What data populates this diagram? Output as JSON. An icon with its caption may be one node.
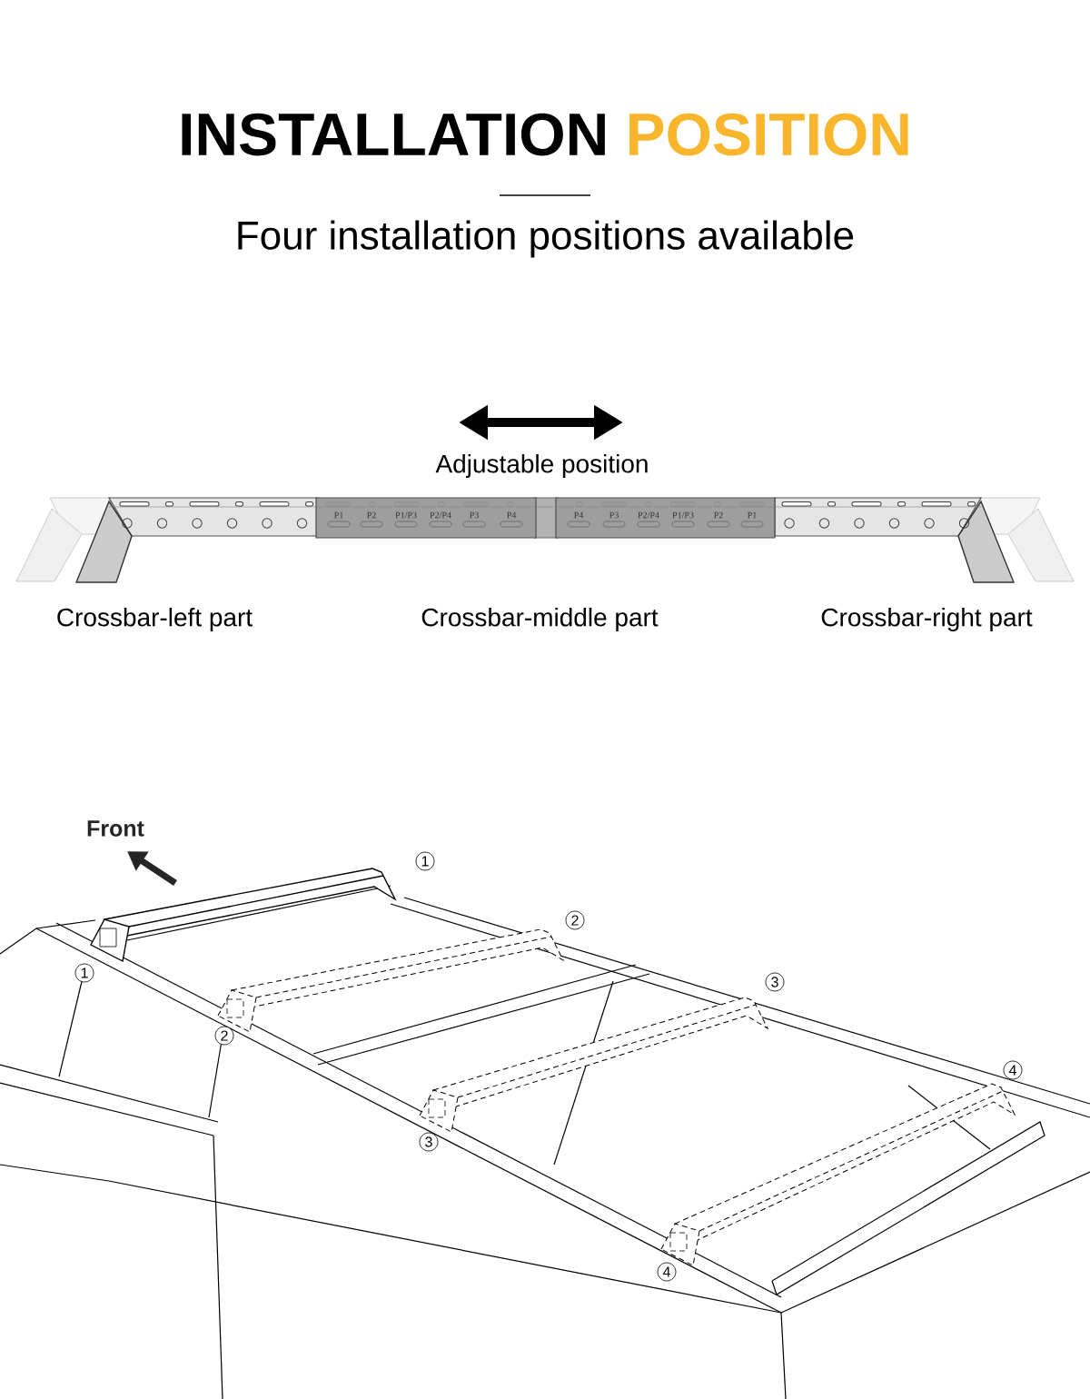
{
  "diagram": {
    "labels": [
      "INSTALLATION",
      "POSITION",
      "Four installation positions available",
      "Adjustable position",
      "P1",
      "P2",
      "P1/P3",
      "P2/P4",
      "P3",
      "P4",
      "P4",
      "P3",
      "P2/P4",
      "P1/P3",
      "P2",
      "P1",
      "Crossbar-left part",
      "Crossbar-middle part",
      "Crossbar-right part",
      "Front",
      "1",
      "2",
      "1",
      "3",
      "2",
      "4",
      "3",
      "4"
    ]
  }
}
